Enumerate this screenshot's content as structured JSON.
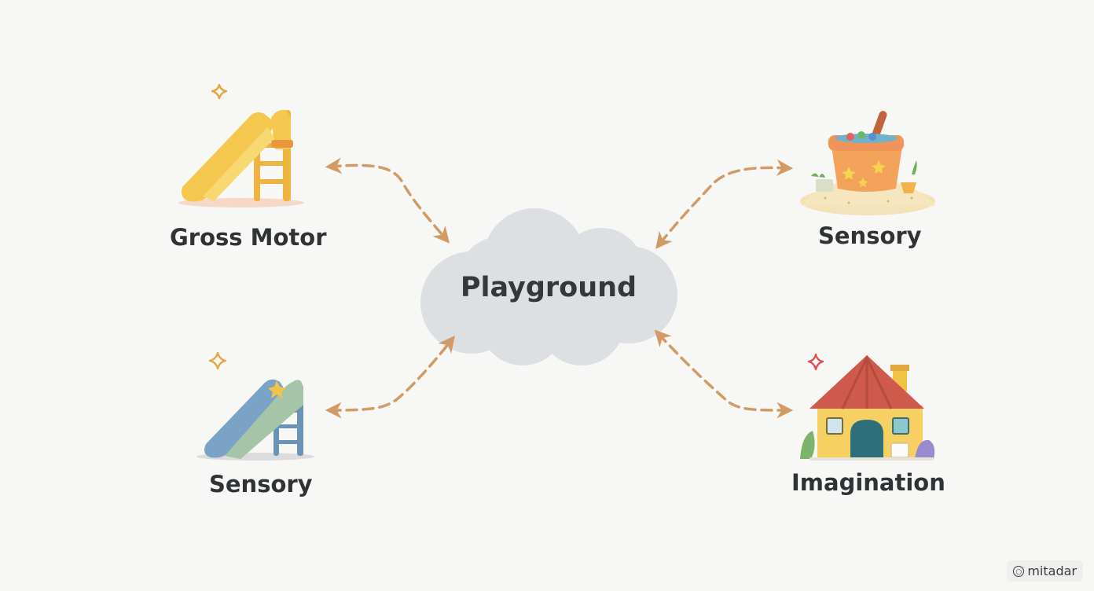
{
  "center": {
    "label": "Playground"
  },
  "nodes": [
    {
      "id": "gross-motor",
      "label": "Gross Motor",
      "icon": "yellow-slide-icon"
    },
    {
      "id": "sensory-top",
      "label": "Sensory",
      "icon": "sand-bucket-icon"
    },
    {
      "id": "sensory-bottom",
      "label": "Sensory",
      "icon": "blue-slide-icon"
    },
    {
      "id": "imagination",
      "label": "Imagination",
      "icon": "playhouse-icon"
    }
  ],
  "watermark": {
    "text": "mitadar",
    "icon": "logo-icon"
  },
  "colors": {
    "background": "#f7f7f6",
    "arrow": "#d39a64",
    "cloud": "#dde0e2",
    "text": "#2f3336",
    "sparkle_gold": "#e2a83c",
    "sparkle_red": "#d9534f"
  }
}
